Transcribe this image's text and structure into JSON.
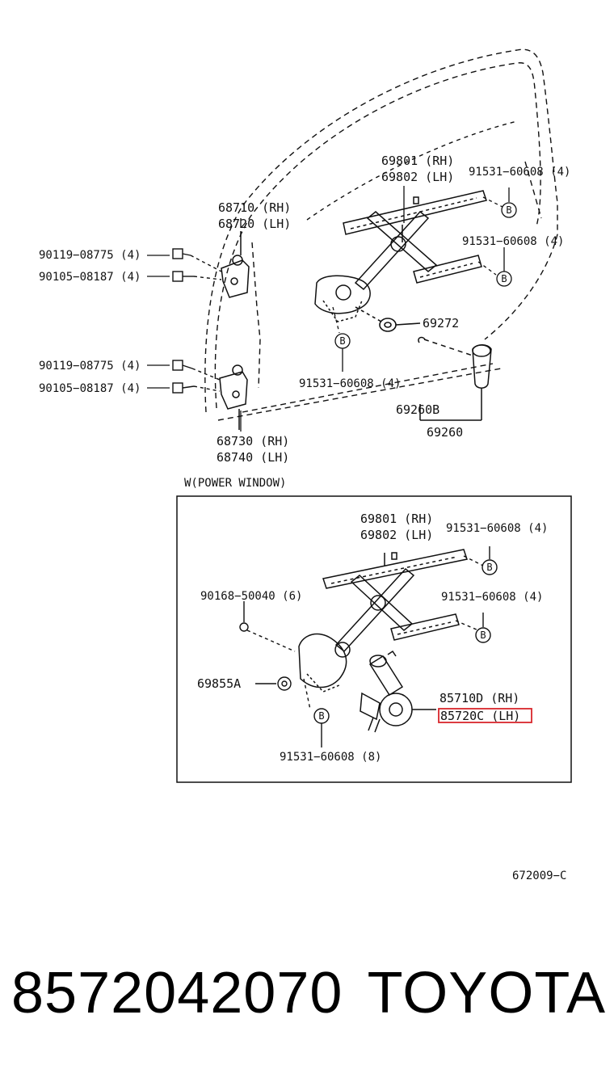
{
  "labels": {
    "p69801_rh": "69801 (RH)",
    "p69802_lh": "69802 (LH)",
    "p91531_a": "91531−60608 (4)",
    "p68710_rh": "68710 (RH)",
    "p68720_lh": "68720 (LH)",
    "p91531_b": "91531−60608 (4)",
    "p90119_a": "90119−08775 (4)",
    "p90105_a": "90105−08187 (4)",
    "p69272": "69272",
    "p90119_b": "90119−08775 (4)",
    "p90105_b": "90105−08187 (4)",
    "p91531_c": "91531−60608 (4)",
    "p69260b": "69260B",
    "p69260": "69260",
    "p68730_rh": "68730 (RH)",
    "p68740_lh": "68740 (LH)",
    "section_title": "W(POWER WINDOW)",
    "pw69801_rh": "69801 (RH)",
    "pw69802_lh": "69802 (LH)",
    "pw91531_a": "91531−60608 (4)",
    "pw90168": "90168−50040 (6)",
    "pw91531_b": "91531−60608 (4)",
    "pw69855a": "69855A",
    "pw85710d": "85710D (RH)",
    "pw85720c": "85720C (LH)",
    "pw91531_c": "91531−60608 (8)",
    "ref_code": "672009−C",
    "bolt_letter": "B"
  },
  "caption": {
    "part_number": "8572042070",
    "brand": "TOYOTA"
  },
  "colors": {
    "highlight": "#d9262c",
    "line": "#111111"
  }
}
